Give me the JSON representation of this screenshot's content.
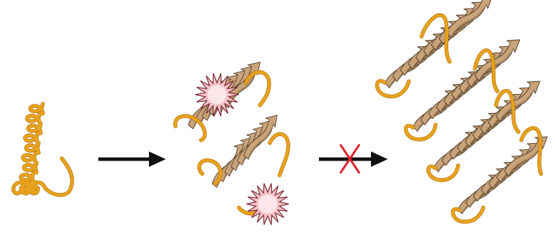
{
  "colors": {
    "background": "#ffffff",
    "coil_stroke": "#e8a21c",
    "coil_outline": "#b97812",
    "sheet_fill": "#c9a37a",
    "sheet_dark": "#a27e55",
    "sheet_edge": "#5a4631",
    "arrow": "#111111",
    "block_cross": "#e0202a",
    "burst_fill": "#f4c2c8",
    "burst_core": "#fbe6e9",
    "burst_edge": "#7a2a33"
  },
  "stages": [
    {
      "name": "unfolded-monomer",
      "icon": "random-coil-icon"
    },
    {
      "name": "oligomeric-intermediate",
      "icon": "beta-sheet-oligomer-icon",
      "marker_icon": "starburst-icon"
    },
    {
      "name": "amyloid-fibril",
      "icon": "beta-sheet-fibril-icon"
    }
  ],
  "transitions": [
    {
      "from": "unfolded-monomer",
      "to": "oligomeric-intermediate",
      "blocked": false,
      "icon": "arrow-right-icon"
    },
    {
      "from": "oligomeric-intermediate",
      "to": "amyloid-fibril",
      "blocked": true,
      "icon": "arrow-right-icon",
      "block_icon": "cross-icon"
    }
  ]
}
